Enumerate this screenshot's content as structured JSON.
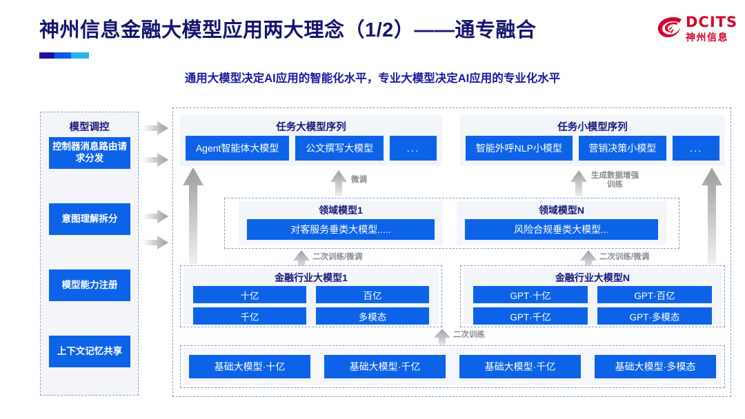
{
  "header": {
    "title": "神州信息金融大模型应用两大理念（1/2）——通专融合",
    "subtitle": "通用大模型决定AI应用的智能化水平，专业大模型决定AI应用的专业化水平",
    "logo_name": "DCITS",
    "logo_sub": "神州信息"
  },
  "colors": {
    "accent_blue": "#0d63e8",
    "title_navy": "#14146e",
    "logo_red": "#d6002a",
    "panel_grey": "#f2f5f9",
    "dashed_border": "#7d9bd0",
    "arrow_grey": "#b5b5b5"
  },
  "sidebar": {
    "title": "模型调控",
    "items": [
      {
        "label": "控制器消息路由请求分发"
      },
      {
        "label": "意图理解拆分"
      },
      {
        "label": "模型能力注册"
      },
      {
        "label": "上下文记忆共享"
      }
    ]
  },
  "sequences": [
    {
      "title": "任务大模型序列",
      "items": [
        "Agent智能体大模型",
        "公文撰写大模型",
        "..."
      ]
    },
    {
      "title": "任务小模型序列",
      "items": [
        "智能外呼NLP小模型",
        "营销决策小模型",
        "..."
      ]
    }
  ],
  "domain_models": [
    {
      "title": "领域模型1",
      "chip": "对客服务垂类大模型....."
    },
    {
      "title": "领域模型N",
      "chip": "风险合规垂类大模型..."
    }
  ],
  "industry_models": [
    {
      "title": "金融行业大模型1",
      "chips": [
        "十亿",
        "百亿",
        "千亿",
        "多模态"
      ]
    },
    {
      "title": "金融行业大模型N",
      "chips": [
        "GPT·十亿",
        "GPT·百亿",
        "GPT·千亿",
        "GPT·多模态"
      ]
    }
  ],
  "base_models": {
    "chips": [
      "基础大模型·十亿",
      "基础大模型·千亿",
      "基础大模型·千亿",
      "基础大模型·多模态"
    ]
  },
  "arrow_labels": {
    "fine_tune": "微调",
    "data_aug": "生成数据增强\n训练",
    "retrain_tune_left": "二次训练/微调",
    "retrain_tune_right": "二次训练/微调",
    "retrain": "二次训练"
  }
}
